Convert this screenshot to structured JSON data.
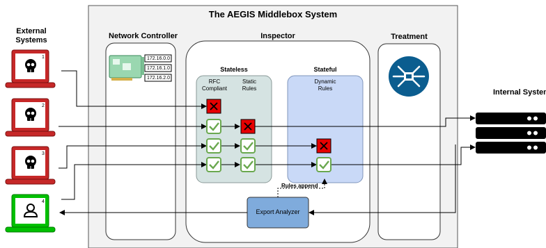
{
  "title": "The AEGIS Middlebox System",
  "external_label": "External Systems",
  "internal_label": "Internal System",
  "network_controller": {
    "title": "Network Controller",
    "ip_list": [
      "172.16.0.0",
      "172.16.1.0",
      "172.16.2.0"
    ]
  },
  "inspector": {
    "title": "Inspector",
    "stateless": {
      "title": "Stateless",
      "col1": "RFC\nCompliant",
      "col2": "Static\nRules"
    },
    "stateful": {
      "title": "Stateful",
      "col1": "Dynamic\nRules"
    },
    "rules_append": "Rules append",
    "export_analyzer": "Export Analyzer"
  },
  "treatment": {
    "title": "Treatment"
  },
  "laptops": [
    {
      "num": "1",
      "type": "malicious",
      "color": "#c62828"
    },
    {
      "num": "2",
      "type": "malicious",
      "color": "#c62828"
    },
    {
      "num": "3",
      "type": "malicious",
      "color": "#c62828"
    },
    {
      "num": "4",
      "type": "benign",
      "color": "#00c000"
    }
  ],
  "colors": {
    "system_bg": "#f2f2f2",
    "stateless_bg": "#d5e3e2",
    "stateful_bg": "#c9d9f7",
    "analyzer_bg": "#7fabdc",
    "check_fill": "#ffffff",
    "check_border": "#6aa84f",
    "cross_fill": "#e60000",
    "router": "#0b5d8f"
  }
}
